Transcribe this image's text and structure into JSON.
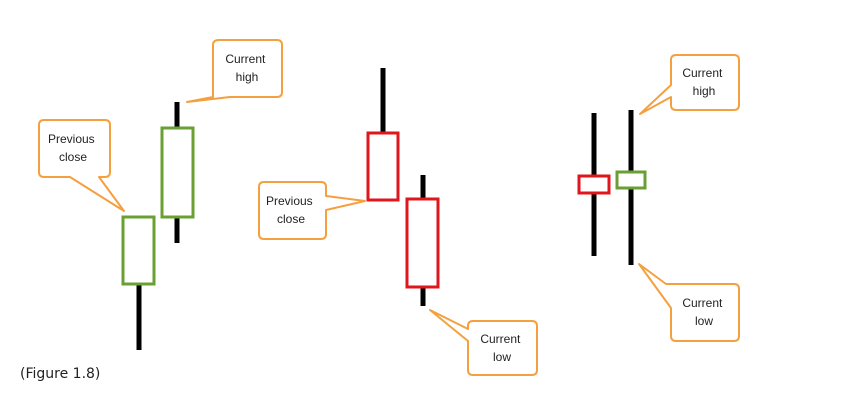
{
  "caption": "(Figure 1.8)",
  "colors": {
    "bullish": "#6aa033",
    "bearish": "#e0161d",
    "wick": "#000000",
    "callout_border": "#f5a040",
    "callout_fill": "#ffffff",
    "text": "#222222"
  },
  "panels": [
    {
      "callouts": [
        {
          "lines": [
            "Current",
            "high"
          ]
        },
        {
          "lines": [
            "Previous",
            "close"
          ]
        }
      ]
    },
    {
      "callouts": [
        {
          "lines": [
            "Previous",
            "close"
          ]
        },
        {
          "lines": [
            "Current",
            "low"
          ]
        }
      ]
    },
    {
      "callouts": [
        {
          "lines": [
            "Current",
            "high"
          ]
        },
        {
          "lines": [
            "Current",
            "low"
          ]
        }
      ]
    }
  ]
}
